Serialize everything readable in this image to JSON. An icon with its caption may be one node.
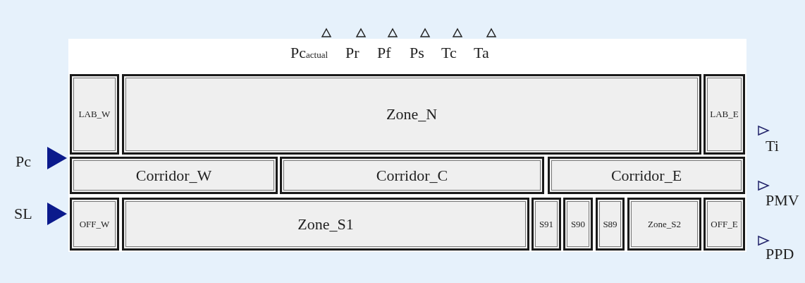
{
  "diagram": {
    "nodes": [
      {
        "text": [],
        "shape": "box"
      },
      {
        "text": [
          "LAB_W"
        ],
        "in": 0
      },
      {
        "text": [
          "Zone_N"
        ],
        "in": 0
      },
      {
        "text": [
          "LAB_E"
        ],
        "in": 0
      },
      {
        "text": [
          "Corridor_W"
        ],
        "in": 0
      },
      {
        "text": [
          "Corridor_C"
        ],
        "in": 0
      },
      {
        "text": [
          "Corridor_E"
        ],
        "in": 0
      },
      {
        "text": [
          "OFF_W"
        ],
        "in": 0
      },
      {
        "text": [
          "Zone_S1"
        ],
        "in": 0
      },
      {
        "text": [
          "S91"
        ],
        "in": 0
      },
      {
        "text": [
          "S90"
        ],
        "in": 0
      },
      {
        "text": [
          "S89"
        ],
        "in": 0
      },
      {
        "text": [
          "Zone_S2"
        ],
        "in": 0
      },
      {
        "text": [
          "OFF_E"
        ],
        "in": 0
      }
    ],
    "edges": [],
    "labels": [
      "Pc$_{actual}$",
      "Pr",
      "Pf",
      "Ps",
      "Tc",
      "Ta",
      "Pc",
      "SL",
      "Ti",
      "PMV",
      "PPD"
    ]
  }
}
